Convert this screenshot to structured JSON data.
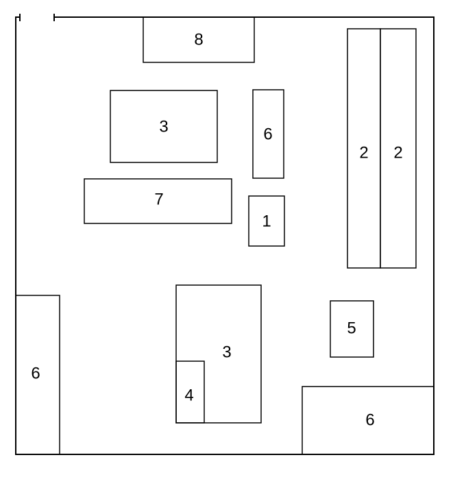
{
  "diagram": {
    "type": "floor-plan",
    "blocks": [
      {
        "id": "block-8-top",
        "label": "8"
      },
      {
        "id": "block-3-upper",
        "label": "3"
      },
      {
        "id": "block-6-middle",
        "label": "6"
      },
      {
        "id": "block-7",
        "label": "7"
      },
      {
        "id": "block-1",
        "label": "1"
      },
      {
        "id": "block-2-left",
        "label": "2"
      },
      {
        "id": "block-2-right",
        "label": "2"
      },
      {
        "id": "block-6-left",
        "label": "6"
      },
      {
        "id": "block-3-lower",
        "label": "3"
      },
      {
        "id": "block-4",
        "label": "4"
      },
      {
        "id": "block-5",
        "label": "5"
      },
      {
        "id": "block-6-bottom-right",
        "label": "6"
      }
    ]
  }
}
